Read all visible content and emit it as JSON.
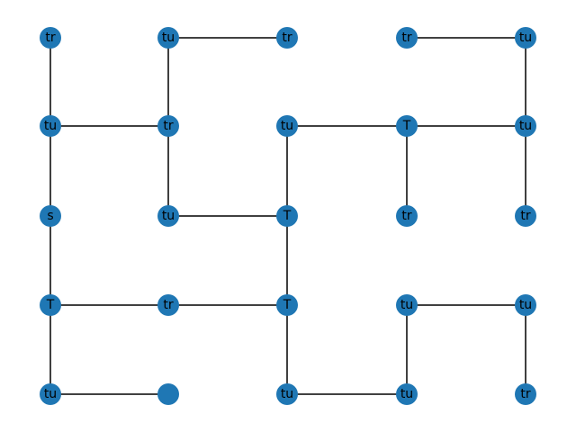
{
  "graph": {
    "node_color": "#1f77b4",
    "edge_color": "#000000",
    "rows": [
      [
        "tr",
        "tu",
        "tr",
        "tr",
        "tu"
      ],
      [
        "tu",
        "tr",
        "tu",
        "T",
        "tu"
      ],
      [
        "s",
        "tu",
        "T",
        "tr",
        "tr"
      ],
      [
        "T",
        "tr",
        "T",
        "tu",
        "tu"
      ],
      [
        "tu",
        "",
        "tu",
        "tu",
        "tr"
      ]
    ],
    "edges": [
      [
        [
          0,
          0
        ],
        [
          1,
          0
        ]
      ],
      [
        [
          0,
          1
        ],
        [
          0,
          2
        ]
      ],
      [
        [
          0,
          1
        ],
        [
          1,
          1
        ]
      ],
      [
        [
          0,
          3
        ],
        [
          0,
          4
        ]
      ],
      [
        [
          0,
          4
        ],
        [
          1,
          4
        ]
      ],
      [
        [
          1,
          0
        ],
        [
          1,
          1
        ]
      ],
      [
        [
          1,
          0
        ],
        [
          2,
          0
        ]
      ],
      [
        [
          1,
          1
        ],
        [
          2,
          1
        ]
      ],
      [
        [
          1,
          2
        ],
        [
          1,
          3
        ]
      ],
      [
        [
          1,
          2
        ],
        [
          2,
          2
        ]
      ],
      [
        [
          1,
          3
        ],
        [
          1,
          4
        ]
      ],
      [
        [
          1,
          3
        ],
        [
          2,
          3
        ]
      ],
      [
        [
          1,
          4
        ],
        [
          2,
          4
        ]
      ],
      [
        [
          2,
          1
        ],
        [
          2,
          2
        ]
      ],
      [
        [
          2,
          2
        ],
        [
          3,
          2
        ]
      ],
      [
        [
          2,
          0
        ],
        [
          3,
          0
        ]
      ],
      [
        [
          3,
          0
        ],
        [
          3,
          1
        ]
      ],
      [
        [
          3,
          1
        ],
        [
          3,
          2
        ]
      ],
      [
        [
          3,
          0
        ],
        [
          4,
          0
        ]
      ],
      [
        [
          4,
          0
        ],
        [
          4,
          1
        ]
      ],
      [
        [
          3,
          2
        ],
        [
          4,
          2
        ]
      ],
      [
        [
          4,
          2
        ],
        [
          4,
          3
        ]
      ],
      [
        [
          3,
          3
        ],
        [
          4,
          3
        ]
      ],
      [
        [
          3,
          3
        ],
        [
          3,
          4
        ]
      ],
      [
        [
          3,
          4
        ],
        [
          4,
          4
        ]
      ]
    ]
  }
}
